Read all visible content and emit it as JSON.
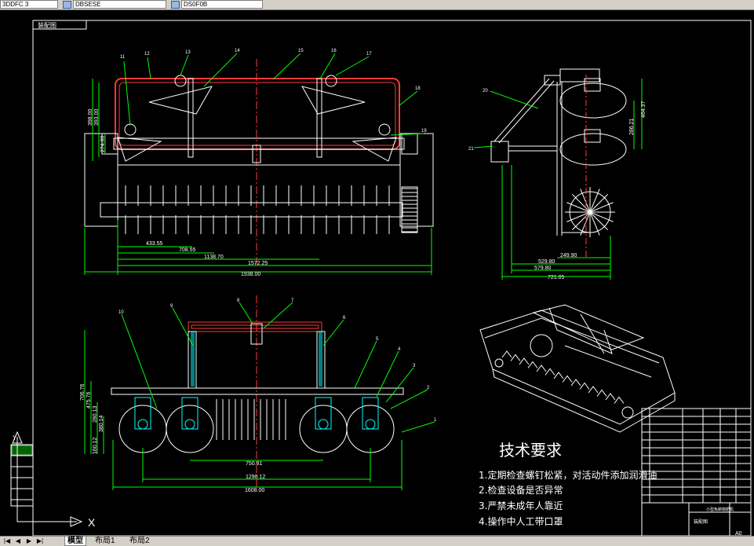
{
  "toolbar": {
    "fields": [
      "3DDFC 3",
      "DBSESE",
      "DS0F0B"
    ]
  },
  "title_tab": "装配图",
  "view_labels": {
    "front_view_parts": [
      "11",
      "12",
      "13",
      "14",
      "15",
      "16",
      "17",
      "18",
      "19"
    ],
    "side_view_parts": [
      "20",
      "21"
    ],
    "bottom_view_parts": [
      "10",
      "9",
      "8",
      "7",
      "6",
      "5",
      "4",
      "3",
      "2",
      "1"
    ]
  },
  "dimensions": {
    "front_horizontal": [
      "433.55",
      "708.55",
      "1138.70",
      "1572.25",
      "1938.00"
    ],
    "front_vertical": [
      "398.00",
      "393.00",
      "274.00"
    ],
    "side_horizontal": [
      "249.90",
      "529.80",
      "579.80",
      "721.05"
    ],
    "side_vertical": [
      "286.21",
      "464.37"
    ],
    "bottom_horizontal": [
      "750.81",
      "1290.12",
      "1608.00"
    ],
    "bottom_vertical": [
      "706.76",
      "475.76",
      "280.13",
      "380.14",
      "160.12"
    ]
  },
  "technical_requirements": {
    "title": "技术要求",
    "items": [
      "1.定期检查螺钉松紧，对活动件添加润滑油",
      "2.检查设备是否异常",
      "3.严禁未成年人靠近",
      "4.操作中人工带口罩"
    ]
  },
  "title_block": {
    "drawing_name": "小型免耕施肥机",
    "part_label": "装配图",
    "sheet_size": "A0"
  },
  "ucs": {
    "x_label": "X",
    "y_label": "Y"
  },
  "tabs": [
    {
      "label": "模型",
      "active": true
    },
    {
      "label": "布局1",
      "active": false
    },
    {
      "label": "布局2",
      "active": false
    }
  ],
  "colors": {
    "background": "#000000",
    "outline": "#ffffff",
    "dimension": "#00ff00",
    "leader": "#00ff00",
    "frame": "#ff3b3b",
    "centerline": "#ff3b3b",
    "bracket": "#00ffff"
  }
}
